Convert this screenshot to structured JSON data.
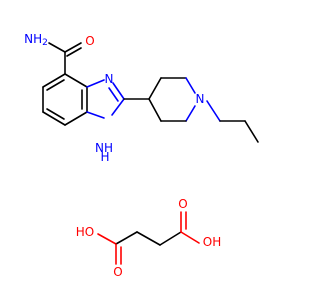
{
  "labels": {
    "amide_n": "NH",
    "amide_n_sub": "2",
    "amide_o": "O",
    "imidazole_n_top": "N",
    "imidazole_nh": "NH",
    "imidazole_nh_h": "H",
    "piperidine_n": "N",
    "acid_o_left_ho": "HO",
    "acid_o_left_carbonyl": "O",
    "acid_o_right_carbonyl": "O",
    "acid_o_right_oh": "OH"
  },
  "colors": {
    "carbon_bond": "#000000",
    "nitrogen": "#0000ff",
    "oxygen": "#ff0000"
  }
}
